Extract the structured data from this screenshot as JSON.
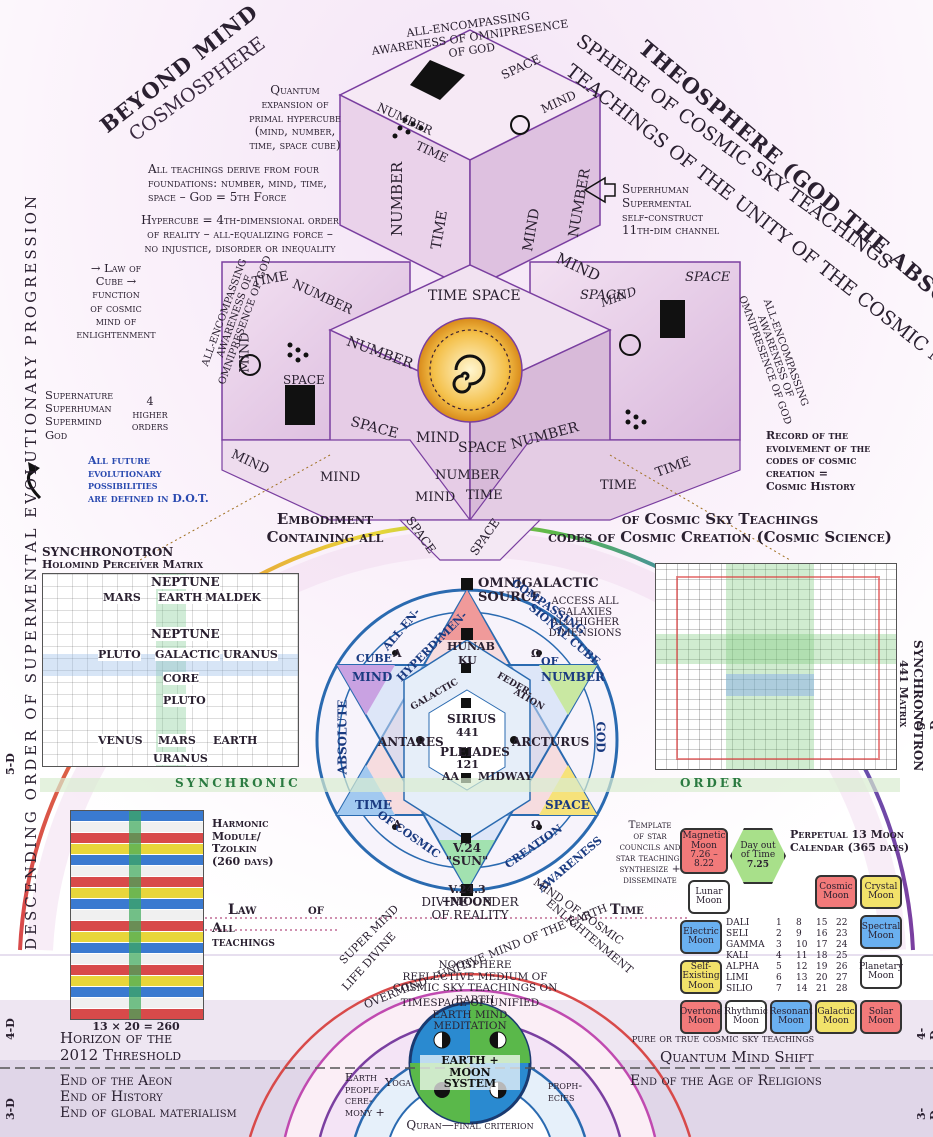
{
  "arcs": {
    "beyond_mind": "BEYOND MIND",
    "cosmosphere": "COSMOSPHERE",
    "theosphere": "THEOSPHERE (GOD THE ABSOLUTE, ETC.)",
    "sphere_of": "SPHERE OF COSMIC SKY TEACHINGS",
    "teachings_unity": "TEACHINGS OF THE UNITY OF THE COSMIC MIND",
    "descending": "DESCENDING ORDER OF SUPERMENTAL EVOLUTIONARY PROGRESSION",
    "all_encompassing_top": "ALL-ENCOMPASSING AWARENESS OF OMNIPRESENCE OF GOD",
    "all_encompassing_left": "ALL-ENCOMPASSING AWARENESS OF OMNIPRESENCE OF GOD",
    "all_encompassing_right": "ALL-ENCOMPASSING AWARENESS OF OMNIPRESENCE OF GOD"
  },
  "left_notes": {
    "quantum": [
      "Quantum",
      "expansion of",
      "primal hypercube",
      "(mind, number,",
      "time, space cube)"
    ],
    "all_teachings": [
      "All teachings derive from four",
      "foundations: number, mind, time,",
      "space – God = 5th Force"
    ],
    "hypercube": [
      "Hypercube = 4th-dimensional order",
      "of reality – all-equalizing force –",
      "no injustice, disorder or inequality"
    ],
    "law_of_cube": [
      "→ Law of",
      "Cube →",
      "function",
      "of cosmic",
      "mind of",
      "enlightenment"
    ],
    "supernature": [
      "Supernature",
      "Superhuman",
      "Supermind",
      "God"
    ],
    "four_higher": [
      "4",
      "higher",
      "orders"
    ],
    "future": [
      "All future",
      "evolutionary",
      "possibilities",
      "are defined in D.O.T."
    ]
  },
  "right_notes": {
    "superhuman": [
      "Superhuman",
      "Supermental",
      "self-construct",
      "11th-dim channel"
    ],
    "record": [
      "Record of the",
      "evolvement of the",
      "codes of cosmic",
      "creation =",
      "Cosmic History"
    ]
  },
  "cube_faces": {
    "top": [
      "SPACE",
      "MIND",
      "NUMBER",
      "TIME"
    ],
    "center_labels": [
      "NUMBER",
      "TIME",
      "MIND",
      "NUMBER",
      "MIND",
      "TIME SPACE",
      "TIME",
      "NUMBER",
      "SPACE",
      "SPACE",
      "MIND",
      "NUMBER",
      "SPACE",
      "MIND",
      "TIME",
      "NUMBER",
      "MIND",
      "TIME",
      "SPACE",
      "SPACE",
      "MIND",
      "MIND",
      "TIME",
      "TIME",
      "NUMBER",
      "MIND",
      "SPACE",
      "NUMBER",
      "TIME",
      "SPACE"
    ]
  },
  "embodiment": {
    "left": [
      "Embodiment",
      "Containing all"
    ],
    "right": [
      "of Cosmic Sky Teachings",
      "codes of Cosmic Creation (Cosmic Science)"
    ]
  },
  "synchronotron_left": {
    "title": "SYNCHRONOTRON",
    "subtitle": "Holomind Perceiver Matrix",
    "planets": [
      "NEPTUNE",
      "MARS",
      "EARTH",
      "MALDEK",
      "NEPTUNE",
      "PLUTO",
      "GALACTIC",
      "URANUS",
      "CORE",
      "PLUTO",
      "VENUS",
      "MARS",
      "EARTH",
      "URANUS"
    ]
  },
  "synchronotron_right": {
    "title": "SYNCHRONOTRON",
    "subtitle": "441 Matrix"
  },
  "synchronic_order": [
    "SYNCHRONIC",
    "ORDER"
  ],
  "hexagram": {
    "source": [
      "OMNIGALACTIC",
      "SOURCE"
    ],
    "access": [
      "ACCESS ALL",
      "GALAXIES",
      "ALL HIGHER",
      "DIMENSIONS"
    ],
    "ring": [
      "ALL EN-",
      "COMPASSING",
      "HYPERDIMEN-",
      "SIONAL CUBE",
      "OF",
      "NUMBER",
      "GOD",
      "ABSOLUTE",
      "MIND",
      "CUBE",
      "A",
      "Ω",
      "TIME",
      "SPACE",
      "OF COSMIC",
      "CREATION",
      "AWARENESS"
    ],
    "inner": [
      "HUNAB",
      "KU",
      "GALACTIC",
      "FEDER-",
      "ATION",
      "SIRIUS",
      "441",
      "ANTARES",
      "ARCTURUS",
      "PLEIADES",
      "121",
      "AA",
      "MIDWAY",
      "A",
      "Ω"
    ],
    "sun": [
      "V.24",
      "\"SUN\""
    ],
    "moon": [
      "V.24.3",
      "+MOON"
    ]
  },
  "template": [
    "Template",
    "of star",
    "councils and",
    "star teachings",
    "synthesize +",
    "disseminate"
  ],
  "harmonic": {
    "title": [
      "Harmonic",
      "Module/",
      "Tzolkin",
      "(260 days)"
    ],
    "caption": "13 × 20 = 260"
  },
  "moon_calendar": {
    "title": [
      "Perpetual 13 Moon",
      "Calendar (365 days)"
    ],
    "day_out": [
      "Day out",
      "of Time",
      "7.25"
    ],
    "magnetic": [
      "Magnetic",
      "Moon",
      "7.26 – 8.22"
    ],
    "moons": [
      "Lunar Moon",
      "Electric Moon",
      "Self-Existing Moon",
      "Overtone Moon",
      "Rhythmic Moon",
      "Resonant Moon",
      "Galactic Moon",
      "Solar Moon",
      "Planetary Moon",
      "Spectral Moon",
      "Crystal Moon",
      "Cosmic Moon"
    ],
    "days": [
      "DALI",
      "SELI",
      "GAMMA",
      "KALI",
      "ALPHA",
      "LIMI",
      "SILIO"
    ],
    "grid": [
      [
        "1",
        "8",
        "15",
        "22"
      ],
      [
        "2",
        "9",
        "16",
        "23"
      ],
      [
        "3",
        "10",
        "17",
        "24"
      ],
      [
        "4",
        "11",
        "18",
        "25"
      ],
      [
        "5",
        "12",
        "19",
        "26"
      ],
      [
        "6",
        "13",
        "20",
        "27"
      ],
      [
        "7",
        "14",
        "21",
        "28"
      ]
    ]
  },
  "law_line": [
    "Law",
    "of",
    "Time"
  ],
  "all_teachings": [
    "All",
    "teachings"
  ],
  "bottom_arcs": {
    "divine": [
      "DIVINE ORDER",
      "OF REALITY"
    ],
    "super_mind": "SUPER MIND",
    "life_divine": "LIFE DIVINE",
    "mind_cosmic": "MIND OF COSMIC",
    "enlightenment": "ENLIGHTENMENT",
    "overmind": "OVERMIND – UNITIVE MIND OF THE EARTH",
    "noosphere": [
      "NOOSPHERE",
      "REFLECTIVE MEDIUM OF",
      "COSMIC SKY TEACHINGS ON EARTH"
    ],
    "timespace": [
      "TIMESPACE OF UNIFIED",
      "EARTH MIND MEDITATION"
    ],
    "earth_moon": [
      "EARTH + MOON",
      "SYSTEM"
    ]
  },
  "thresholds": {
    "horizon": [
      "Horizon of the",
      "2012 Threshold"
    ],
    "pure": "pure or true cosmic sky teachings",
    "quantum": "Quantum Mind Shift",
    "end_left": [
      "End of the Aeon",
      "End of History",
      "End of global materialism"
    ],
    "end_right": "End of the Age of Religions",
    "earth_people": [
      "Earth",
      "people",
      "cere-",
      "mony +"
    ],
    "yoga": "Yoga",
    "prophecies": [
      "proph-",
      "ecies"
    ],
    "quran": "Quran—final criterion"
  },
  "dimensions": {
    "five_d": "5-D",
    "four_d": "4-D",
    "three_d": "3-D"
  },
  "colors": {
    "violet": "#7a3fa0",
    "pink": "#e8a9d6",
    "blue": "#3a7ad0",
    "green": "#5aa84a",
    "yellow": "#e8c63a",
    "red": "#d84a4a",
    "teal": "#2aa0a0"
  }
}
